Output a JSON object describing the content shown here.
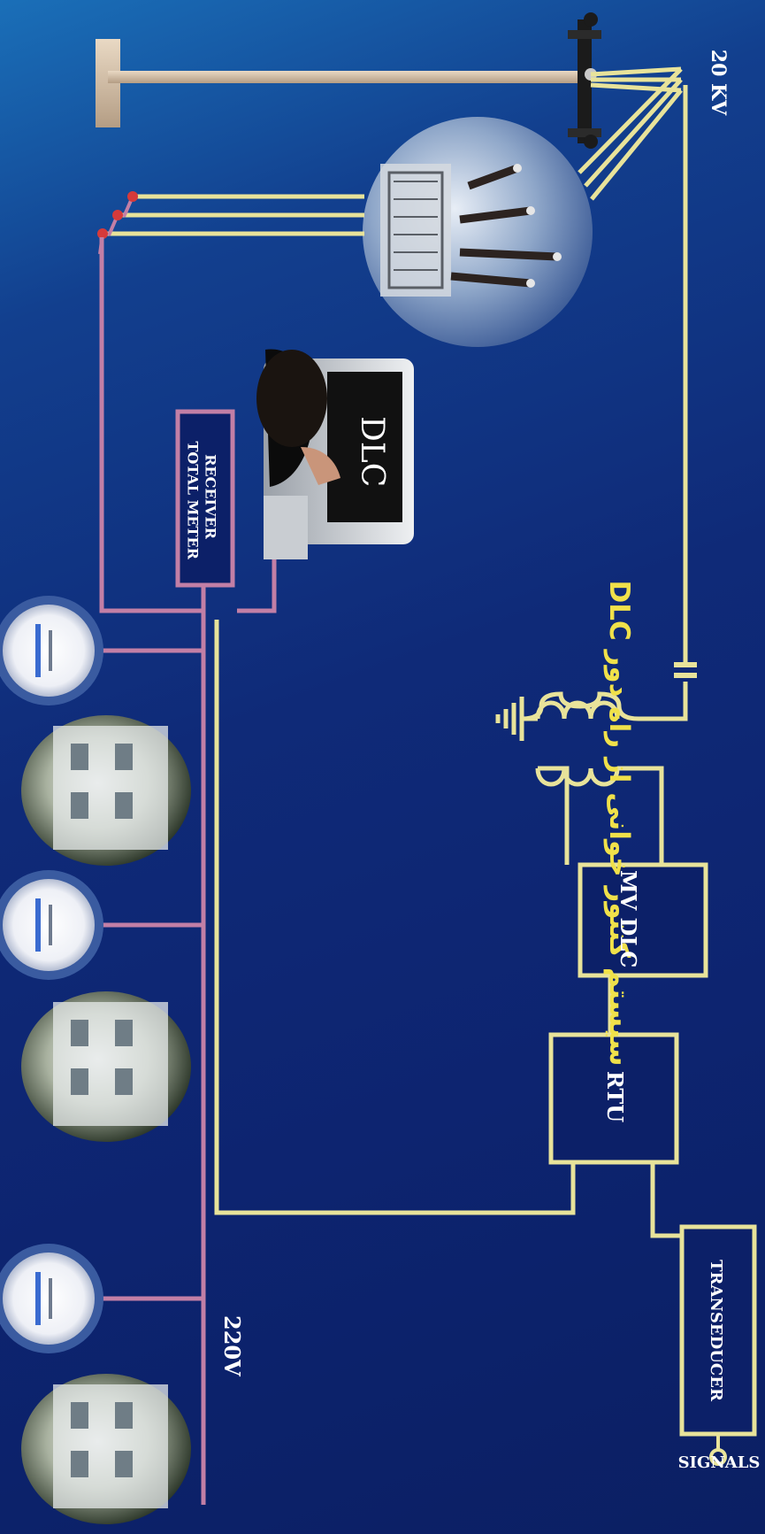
{
  "title": "سیستم کنتور خوانی از راه دور DLC",
  "labels": {
    "kv": "20 KV",
    "mv_dlc": "MV DLC",
    "rtu": "RTU",
    "transeducer": "TRANSEDUCER",
    "signals": "SIGNALS",
    "receiver": "RECEIVER",
    "total_meter": "TOTAL METER",
    "v220": "220V",
    "dlc": "DLC"
  },
  "colors": {
    "background": "#0d2470",
    "medium_voltage_line": "#e8e39a",
    "low_voltage_line": "#c27fa6",
    "title": "#f0e14a"
  },
  "icons": [
    "utility-pole-icon",
    "substation-photo",
    "computer-operator-photo",
    "transformer-coil-icon",
    "ground-icon",
    "capacitor-icon",
    "energy-meter-icon",
    "house-photo"
  ]
}
